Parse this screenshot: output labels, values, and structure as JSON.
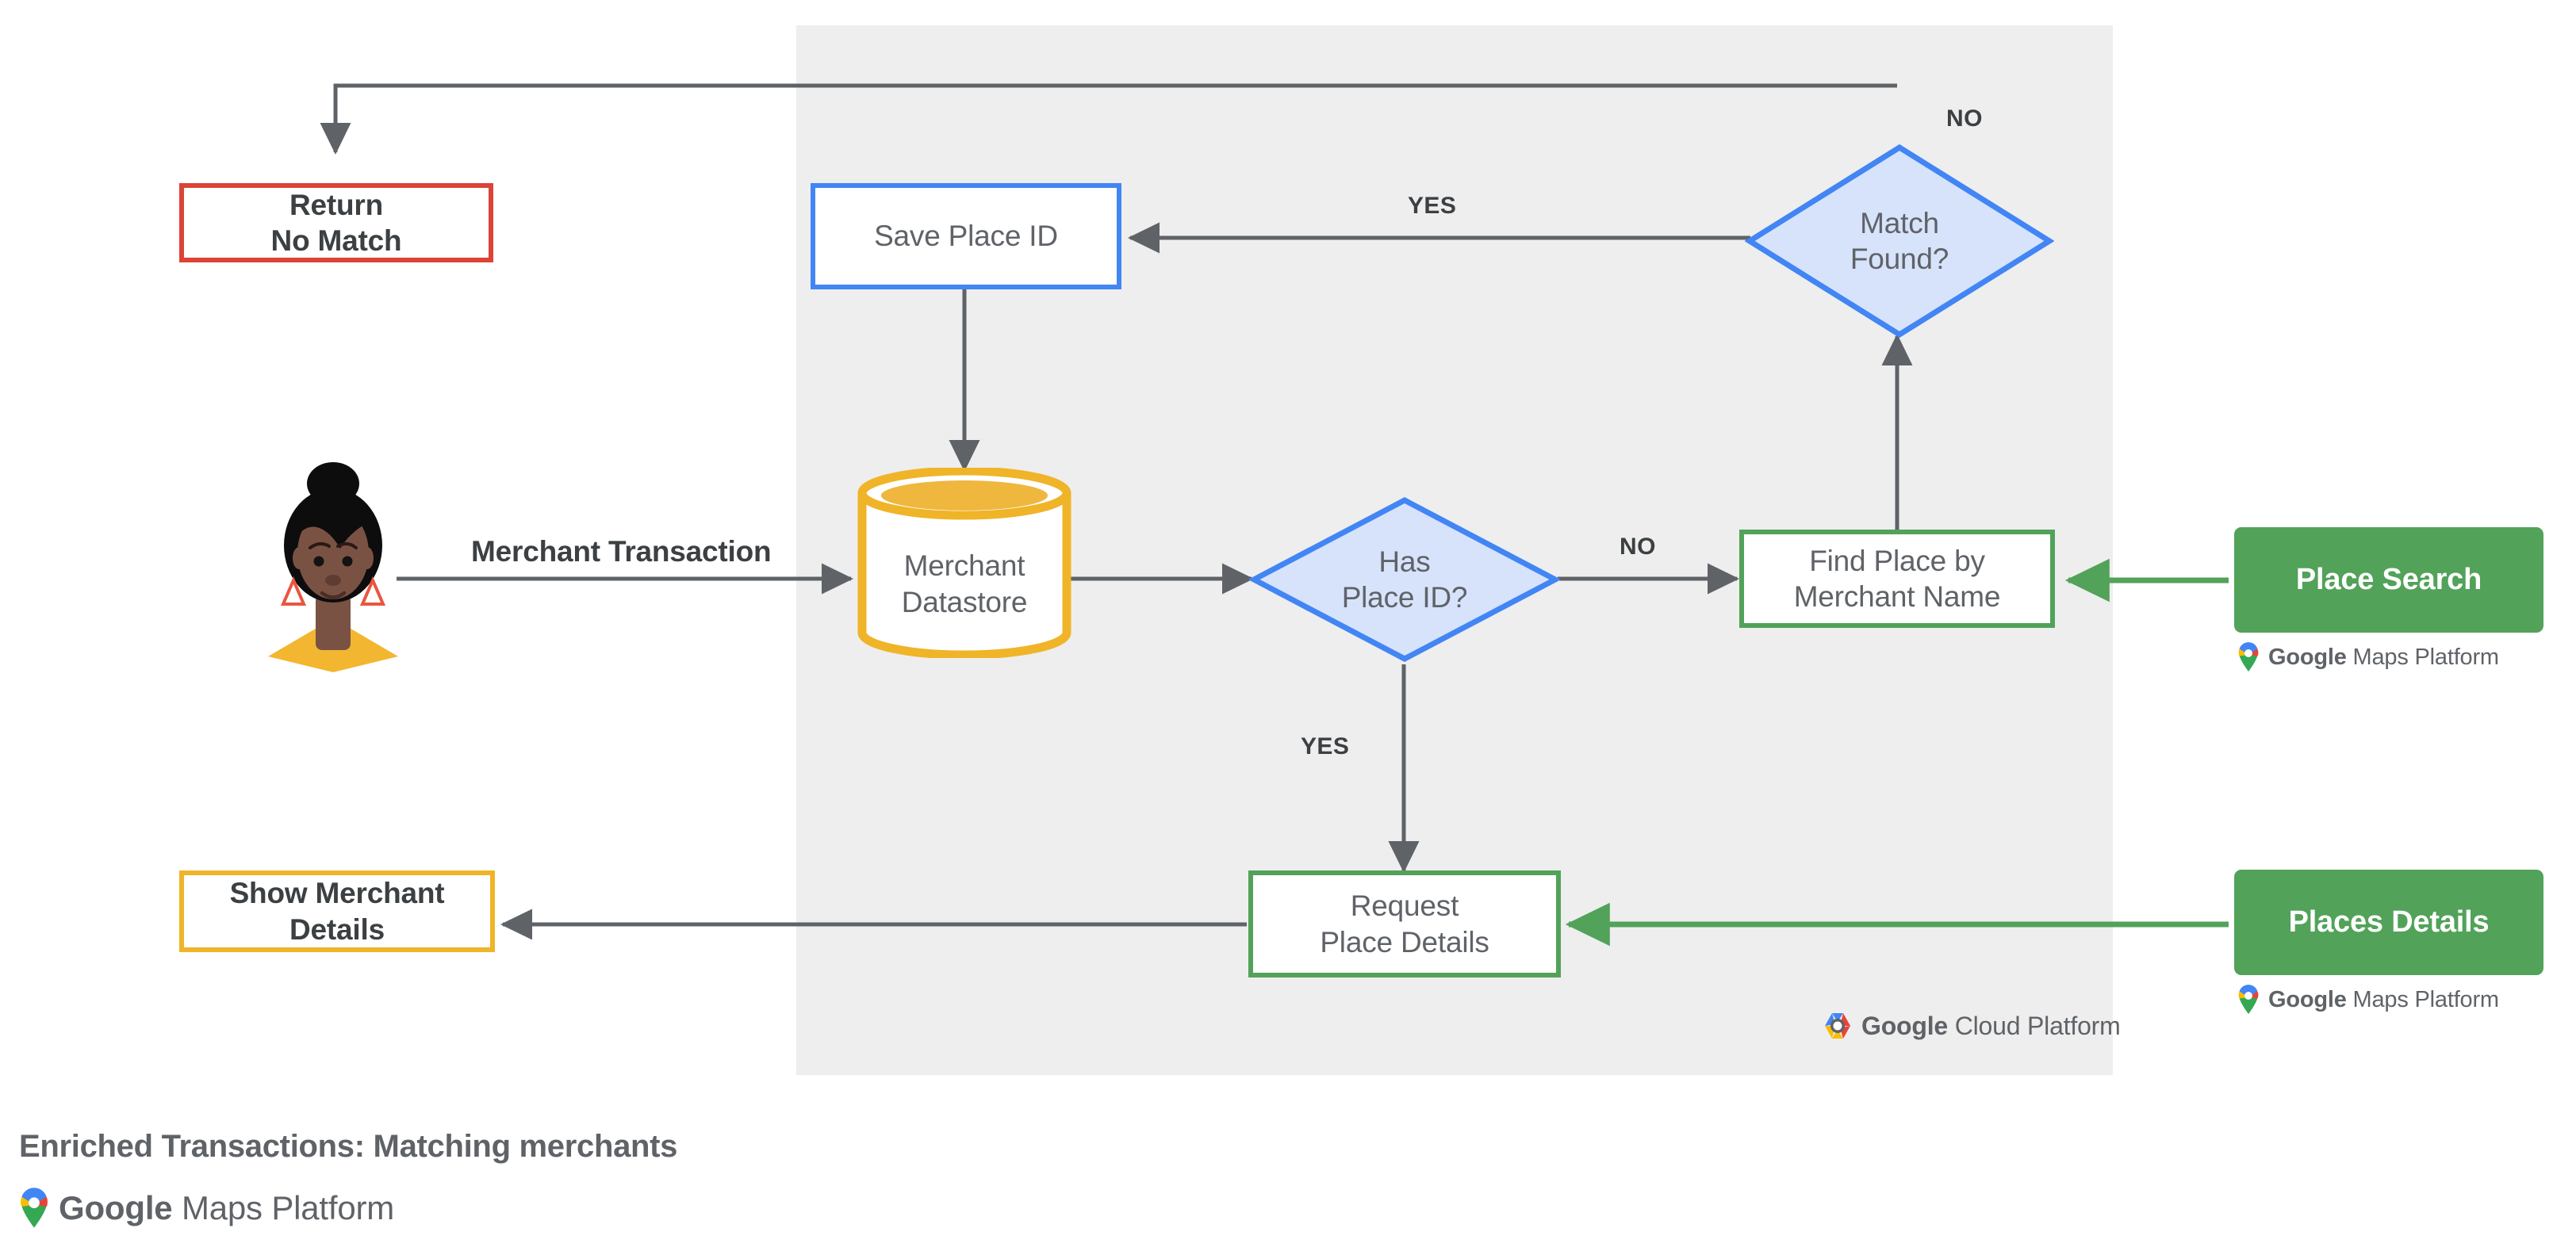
{
  "diagram": {
    "caption": "Enriched Transactions: Matching merchants",
    "container_label": "Google Cloud Platform",
    "colors": {
      "panel_bg": "#eeeeee",
      "red": "#DB4437",
      "blue": "#4285F4",
      "blue_fill": "#D7E3FB",
      "green": "#52A25A",
      "amber": "#F0B429",
      "wire": "#5f6368",
      "text": "#5f6368"
    }
  },
  "nodes": {
    "return_no_match": {
      "label": "Return\nNo Match",
      "shape": "process",
      "color": "red"
    },
    "save_place_id": {
      "label": "Save Place ID",
      "shape": "process",
      "color": "blue"
    },
    "match_found": {
      "label": "Match\nFound?",
      "shape": "decision",
      "color": "blue"
    },
    "merchant_datastore": {
      "label": "Merchant\nDatastore",
      "shape": "datastore",
      "color": "amber"
    },
    "has_place_id": {
      "label": "Has\nPlace ID?",
      "shape": "decision",
      "color": "blue"
    },
    "find_place_by_merchant_name": {
      "label": "Find Place by\nMerchant Name",
      "shape": "process",
      "color": "green"
    },
    "request_place_details": {
      "label": "Request\nPlace Details",
      "shape": "process",
      "color": "green"
    },
    "show_merchant_details": {
      "label": "Show Merchant\nDetails",
      "shape": "process",
      "color": "amber"
    },
    "place_search": {
      "label": "Place Search",
      "shape": "chip",
      "color": "green"
    },
    "places_details": {
      "label": "Places Details",
      "shape": "chip",
      "color": "green"
    }
  },
  "edge_labels": {
    "merchant_transaction": "Merchant Transaction",
    "yes_match_found": "YES",
    "no_match_found": "NO",
    "no_has_place_id": "NO",
    "yes_has_place_id": "YES"
  },
  "brand": {
    "maps_platform": "Maps Platform",
    "google": "Google",
    "cloud_platform": "Cloud Platform"
  },
  "actor": {
    "name": "Merchant customer avatar"
  }
}
